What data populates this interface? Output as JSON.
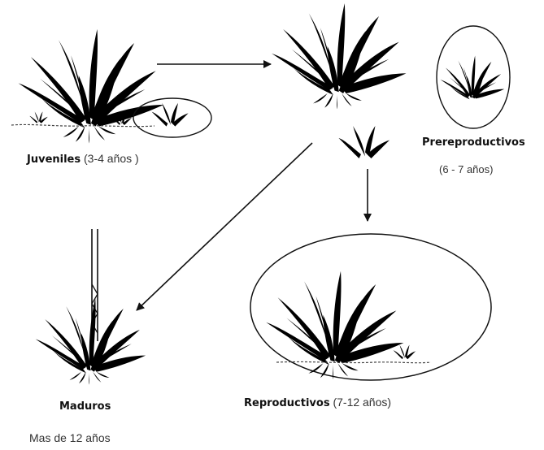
{
  "stages": {
    "juveniles": {
      "name": "Juveniles",
      "range": "(3-4 años )"
    },
    "prereproductivos": {
      "name": "Prereproductivos",
      "range": "(6 - 7 años)"
    },
    "reproductivos": {
      "name": "Reproductivos",
      "range": "(7-12 años)"
    },
    "maduros": {
      "name": "Maduros",
      "range": "Mas de 12 años"
    }
  }
}
